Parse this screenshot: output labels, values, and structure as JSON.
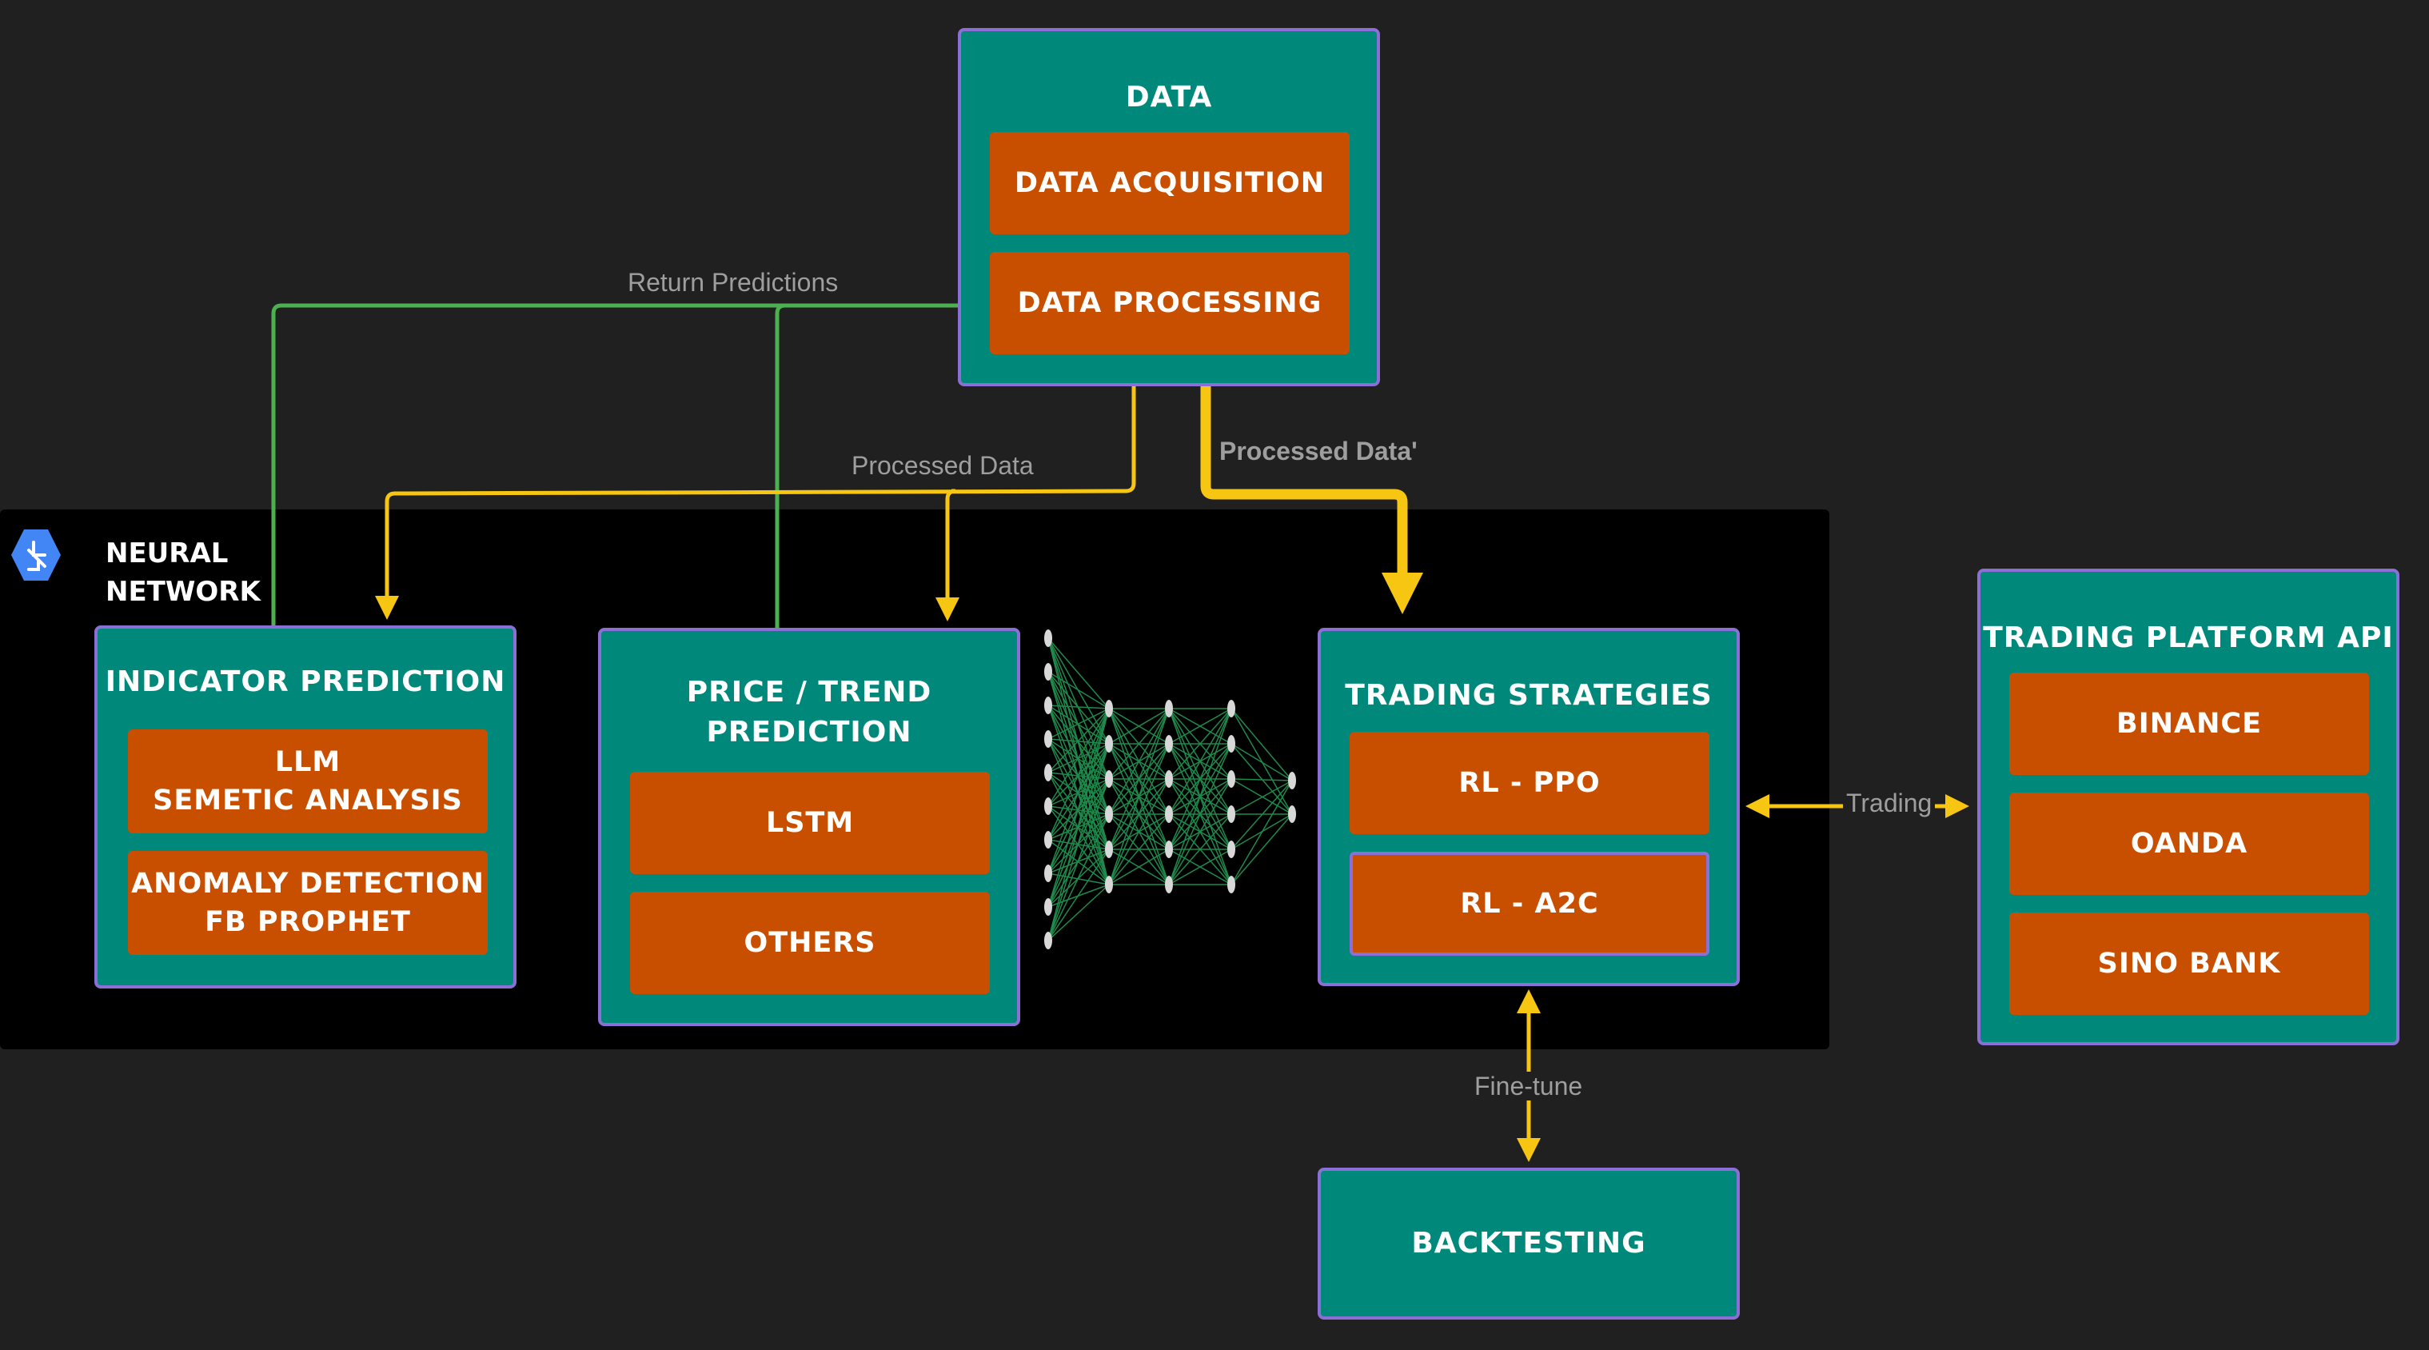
{
  "colors": {
    "background": "#202020",
    "region": "#000000",
    "box_fill": "#00897b",
    "box_border": "#8b6fd6",
    "item_fill": "#c94f00",
    "arrow_yellow": "#f7c613",
    "arrow_green": "#4caf50",
    "label_gray": "#9e9e9e",
    "icon_blue": "#4285f4"
  },
  "neural_network_region": {
    "title": "NEURAL\nNETWORK",
    "icon": "neural-network-icon"
  },
  "data_box": {
    "title": "DATA",
    "items": [
      "DATA ACQUISITION",
      "DATA PROCESSING"
    ]
  },
  "indicator_box": {
    "title": "INDICATOR PREDICTION",
    "items": [
      "LLM\nSEMETIC ANALYSIS",
      "ANOMALY DETECTION\nFB PROPHET"
    ]
  },
  "price_box": {
    "title": "PRICE / TREND\nPREDICTION",
    "items": [
      "LSTM",
      "OTHERS"
    ]
  },
  "strategies_box": {
    "title": "TRADING STRATEGIES",
    "items": [
      "RL - PPO",
      "RL - A2C"
    ]
  },
  "platform_box": {
    "title": "TRADING PLATFORM API",
    "items": [
      "BINANCE",
      "OANDA",
      "SINO BANK"
    ]
  },
  "backtesting_box": {
    "title": "BACKTESTING"
  },
  "edge_labels": {
    "return_predictions": "Return Predictions",
    "processed_data": "Processed Data",
    "processed_data_prime": "Processed Data'",
    "trading": "Trading",
    "fine_tune": "Fine-tune"
  }
}
